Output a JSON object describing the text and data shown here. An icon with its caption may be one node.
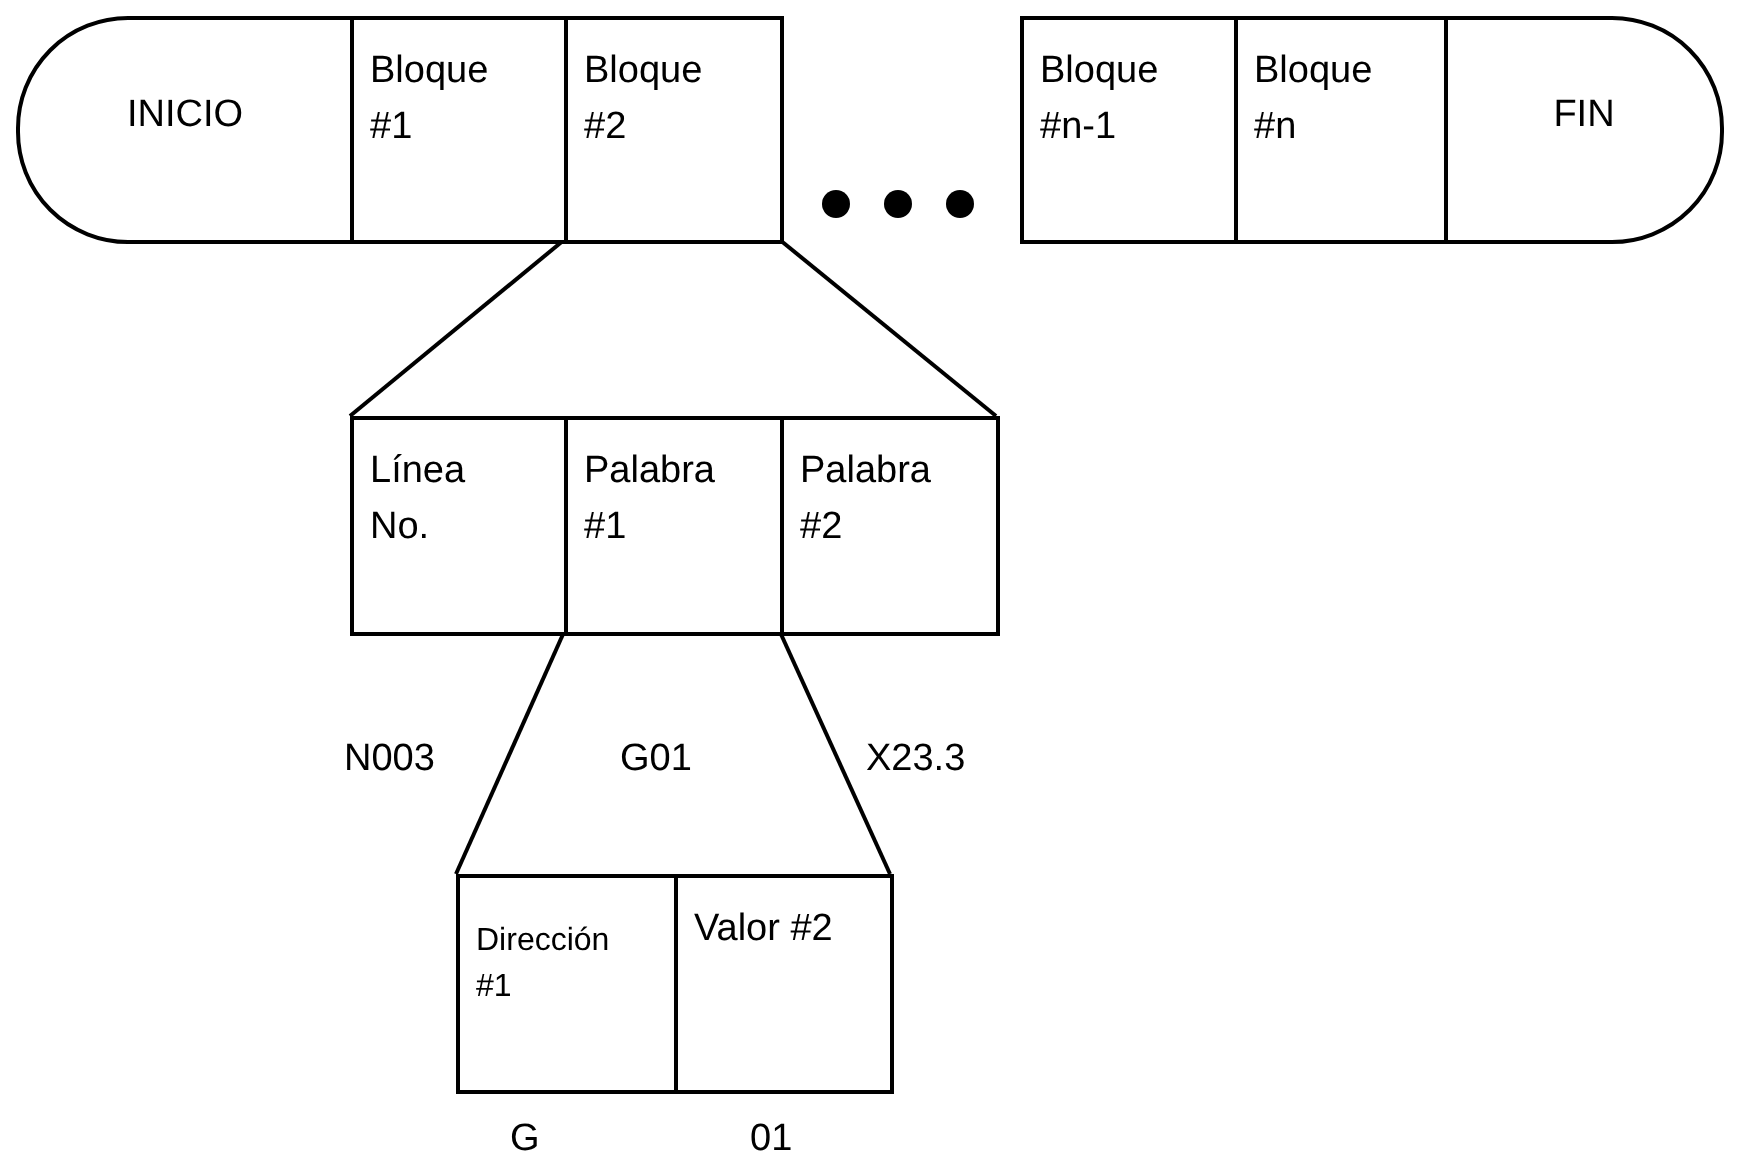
{
  "diagram": {
    "nodes": [
      {
        "text": [
          "INICIO"
        ]
      },
      {
        "text": [
          "Bloque #1"
        ]
      },
      {
        "text": [
          "Bloque #2"
        ]
      },
      {
        "text": [
          "Bloque #n-1"
        ]
      },
      {
        "text": [
          "Bloque #n"
        ]
      },
      {
        "text": [
          "FIN"
        ]
      },
      {
        "text": [
          "Línea No."
        ]
      },
      {
        "text": [
          "Palabra #1"
        ]
      },
      {
        "text": [
          "Palabra #2"
        ]
      },
      {
        "text": [
          "Dirección #1"
        ]
      },
      {
        "text": [
          "Valor #2"
        ]
      }
    ],
    "edges": [
      {
        "from": 2,
        "to": 6,
        "arrow": "none"
      },
      {
        "from": 2,
        "to": 8,
        "arrow": "none"
      },
      {
        "from": 7,
        "to": 9,
        "arrow": "none"
      },
      {
        "from": 7,
        "to": 10,
        "arrow": "none"
      }
    ],
    "labels": [
      "N003",
      "G01",
      "X23.3",
      "G",
      "01"
    ]
  }
}
